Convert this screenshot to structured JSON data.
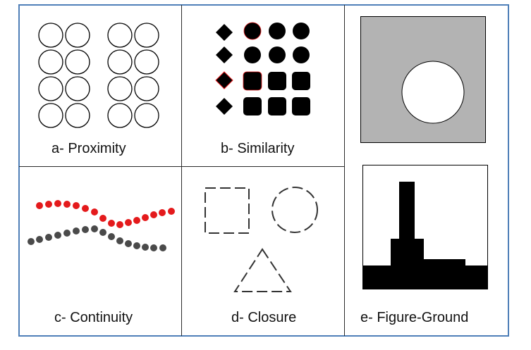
{
  "captions": {
    "proximity": "a- Proximity",
    "similarity": "b- Similarity",
    "continuity": "c- Continuity",
    "closure": "d- Closure",
    "figure_ground": "e- Figure-Ground"
  },
  "colors": {
    "frame_border": "#4f7fb8",
    "divider": "#2b2b2b",
    "continuity_red": "#e41a1c",
    "continuity_gray": "#4a4a4a",
    "figure_ground_gray": "#b3b3b3",
    "shape_black": "#000000"
  }
}
